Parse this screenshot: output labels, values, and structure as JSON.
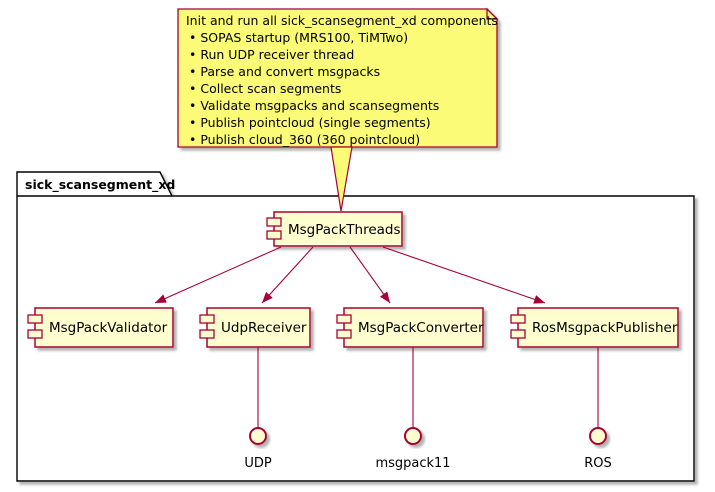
{
  "note": {
    "title": "Init and run all sick_scansegment_xd components",
    "bullets": [
      "• SOPAS startup (MRS100, TiMTwo)",
      "• Run UDP receiver thread",
      "• Parse and convert msgpacks",
      "• Collect scan segments",
      "• Validate msgpacks and scansegments",
      "• Publish pointcloud (single segments)",
      "• Publish cloud_360 (360 pointcloud)"
    ]
  },
  "package": {
    "title": "sick_scansegment_xd"
  },
  "components": {
    "root": {
      "label": "MsgPackThreads"
    },
    "children": [
      {
        "label": "MsgPackValidator"
      },
      {
        "label": "UdpReceiver"
      },
      {
        "label": "MsgPackConverter"
      },
      {
        "label": "RosMsgpackPublisher"
      }
    ]
  },
  "interfaces": [
    {
      "label": "UDP"
    },
    {
      "label": "msgpack11"
    },
    {
      "label": "ROS"
    }
  ],
  "colors": {
    "note_fill": "#FBFB77",
    "component_fill": "#FEFECE",
    "accent_stroke": "#A80036",
    "frame_stroke": "#000000",
    "background": "#FFFFFF"
  }
}
